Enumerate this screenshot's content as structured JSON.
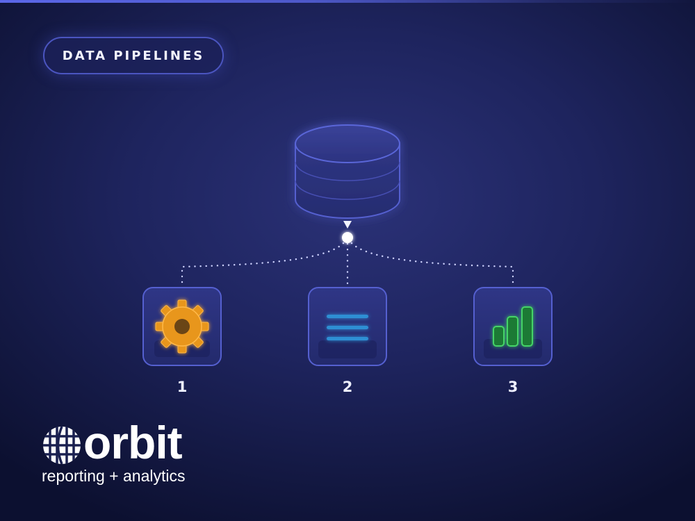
{
  "header": {
    "title": "DATA PIPELINES"
  },
  "nodes": [
    {
      "label": "1",
      "icon": "gear-icon",
      "color": "#e8961e"
    },
    {
      "label": "2",
      "icon": "list-lines-icon",
      "color": "#2d8fd4"
    },
    {
      "label": "3",
      "icon": "bar-chart-icon",
      "color": "#38c255"
    }
  ],
  "source": {
    "icon": "database-icon"
  },
  "brand": {
    "name": "orbit",
    "tagline": "reporting + analytics",
    "icon": "globe-grid-icon"
  },
  "colors": {
    "background": "#1e245e",
    "accent": "#4b55c0",
    "connector": "#cfd3ff"
  }
}
